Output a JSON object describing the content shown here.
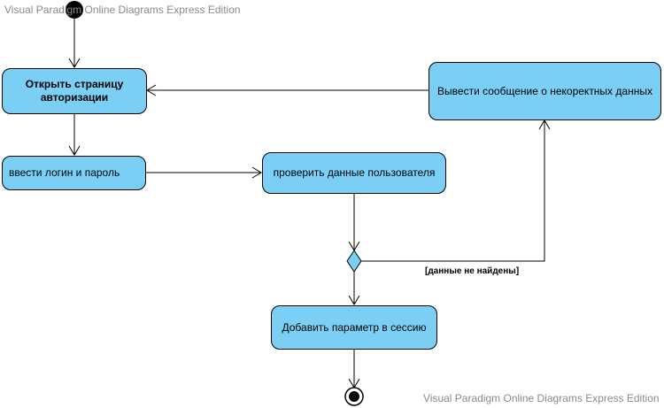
{
  "watermark_top": "Visual Paradigm Online Diagrams Express Edition",
  "watermark_bottom": "Visual Paradigm Online Diagrams Express Edition",
  "colors": {
    "node_fill": "#7bcff5",
    "stroke": "#000000",
    "watermark": "#8a8a8a"
  },
  "nodes": {
    "open_auth_page": "Открыть страницу авторизации",
    "enter_login": "ввести логин и пароль",
    "check_user_data": "проверить данные пользователя",
    "show_error": "Вывести сообщение о некоректных данных",
    "add_session_param": "Добавить параметр в сессию"
  },
  "guard_label": "[данные не найдены]"
}
